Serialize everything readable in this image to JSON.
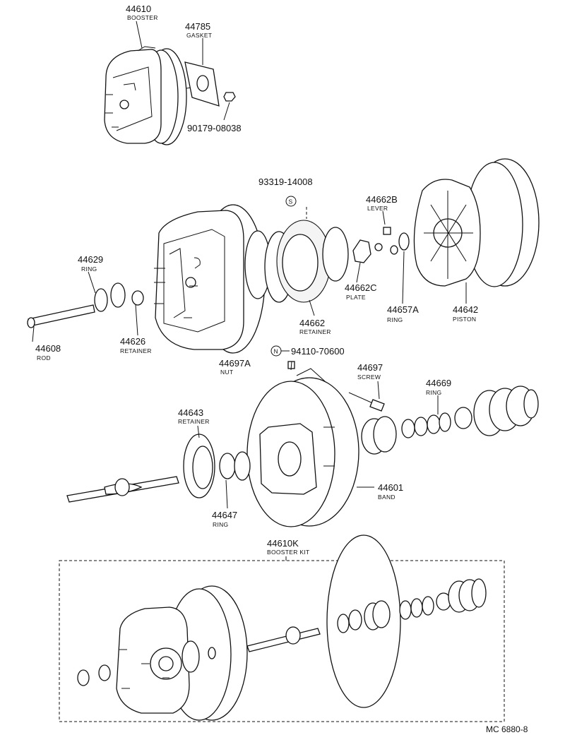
{
  "parts": {
    "p44610": {
      "num": "44610",
      "name": "BOOSTER"
    },
    "p44785": {
      "num": "44785",
      "name": "GASKET"
    },
    "p90179": {
      "num": "90179-08038"
    },
    "p93319": {
      "num": "93319-14008",
      "symbol": "S"
    },
    "p44662B": {
      "num": "44662B",
      "name": "LEVER"
    },
    "p44629": {
      "num": "44629",
      "name": "RING"
    },
    "p44662C": {
      "num": "44662C",
      "name": "PLATE"
    },
    "p44657A": {
      "num": "44657A",
      "name": "RING"
    },
    "p44642": {
      "num": "44642",
      "name": "PISTON"
    },
    "p44608": {
      "num": "44608",
      "name": "ROD"
    },
    "p44626": {
      "num": "44626",
      "name": "RETAINER"
    },
    "p44662": {
      "num": "44662",
      "name": "RETAINER"
    },
    "p94110": {
      "num": "94110-70600",
      "symbol": "N"
    },
    "p44697A": {
      "num": "44697A",
      "name": "NUT"
    },
    "p44697": {
      "num": "44697",
      "name": "SCREW"
    },
    "p44669": {
      "num": "44669",
      "name": "RING"
    },
    "p44643": {
      "num": "44643",
      "name": "RETAINER"
    },
    "p44601": {
      "num": "44601",
      "name": "BAND"
    },
    "p44647": {
      "num": "44647",
      "name": "RING"
    },
    "p44610K": {
      "num": "44610K",
      "name": "BOOSTER KIT"
    }
  },
  "footer": {
    "code": "MC  6880-8"
  }
}
